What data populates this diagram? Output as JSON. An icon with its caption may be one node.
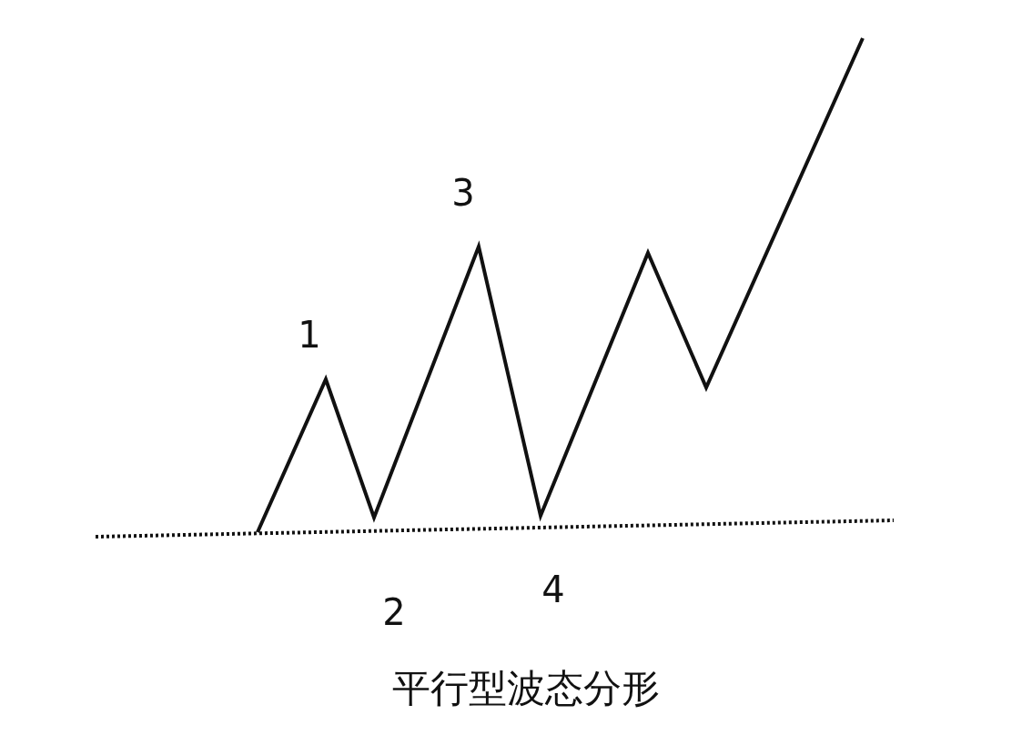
{
  "diagram": {
    "caption": "平行型波态分形",
    "labels": [
      "3",
      "1",
      "4",
      "2"
    ]
  }
}
